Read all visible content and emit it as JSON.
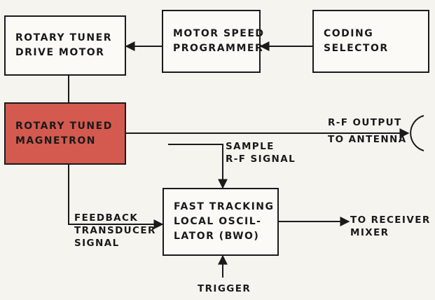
{
  "blocks": {
    "drive_motor": {
      "line1": "ROTARY TUNER",
      "line2": "DRIVE MOTOR"
    },
    "speed_programmer": {
      "line1": "MOTOR SPEED",
      "line2": "PROGRAMMER"
    },
    "coding_selector": {
      "line1": "CODING",
      "line2": "SELECTOR"
    },
    "magnetron": {
      "line1": "ROTARY TUNED",
      "line2": "MAGNETRON",
      "fill": "#d45a4f"
    },
    "oscillator": {
      "line1": "FAST TRACKING",
      "line2": "LOCAL OSCIL-",
      "line3": "LATOR (BWO)"
    }
  },
  "labels": {
    "rf_output": {
      "line1": "R-F OUTPUT",
      "line2": "TO ANTENNA"
    },
    "sample": {
      "line1": "SAMPLE",
      "line2": "R-F SIGNAL"
    },
    "feedback": {
      "line1": "FEEDBACK",
      "line2": "TRANSDUCER",
      "line3": "SIGNAL"
    },
    "receiver": {
      "line1": "TO RECEIVER",
      "line2": "MIXER"
    },
    "trigger": "TRIGGER"
  }
}
